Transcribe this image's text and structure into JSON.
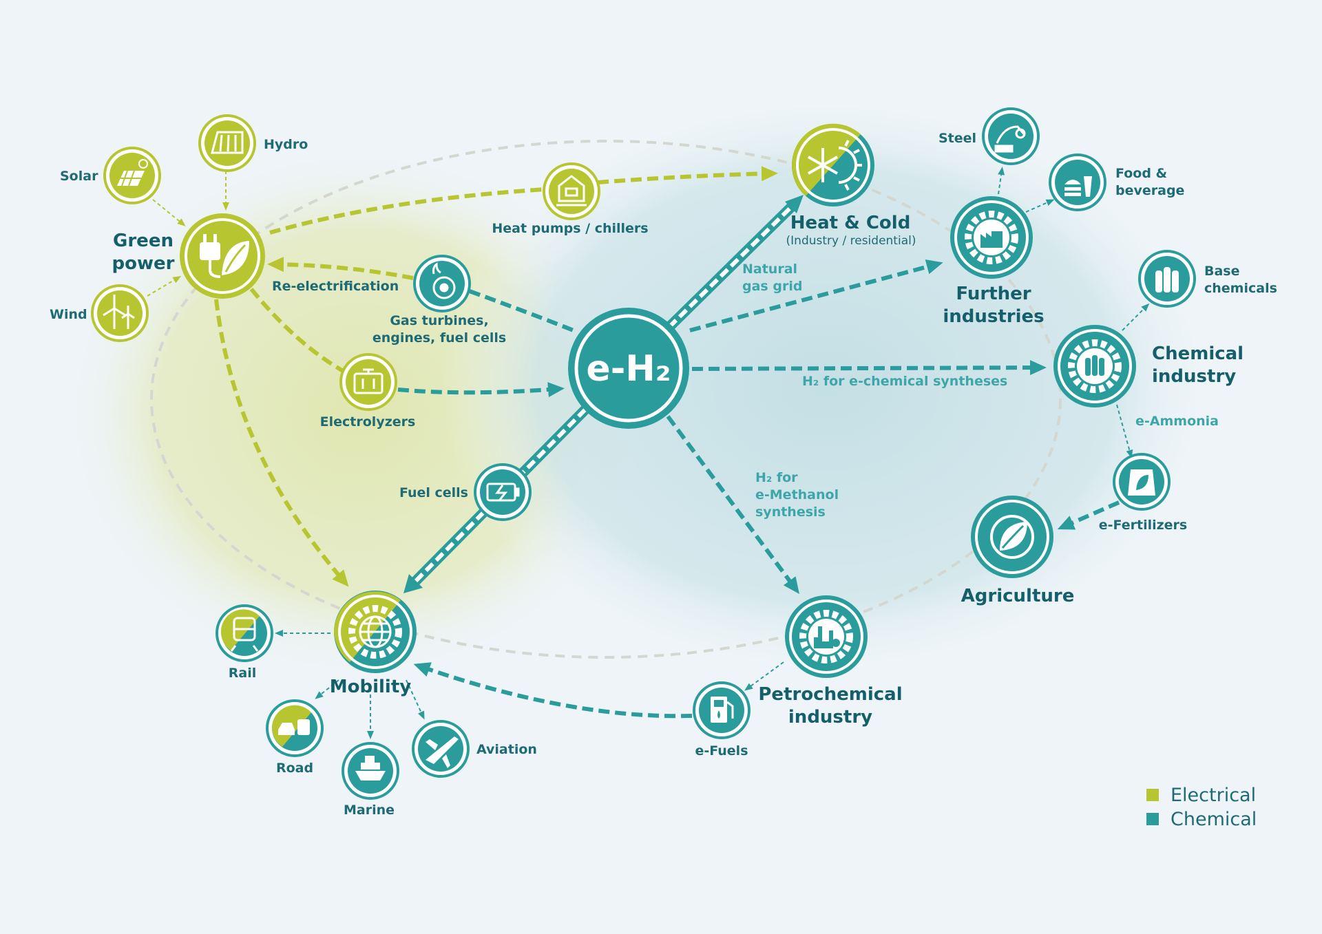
{
  "colors": {
    "electrical": "#b7c630",
    "chemical": "#2a9c9c",
    "dark_teal": "#1f6b75",
    "background": "#eef4f7"
  },
  "nodes": {
    "hub": {
      "title": "e-H₂"
    },
    "green_power": {
      "title_line1": "Green",
      "title_line2": "power",
      "icon": "plug-leaf-icon"
    },
    "solar": {
      "title": "Solar",
      "icon": "solar-panel-icon"
    },
    "hydro": {
      "title": "Hydro",
      "icon": "hydro-dam-icon"
    },
    "wind": {
      "title": "Wind",
      "icon": "wind-turbine-icon"
    },
    "heat_pumps": {
      "title": "Heat pumps / chillers",
      "icon": "heat-pump-icon"
    },
    "gas_turbines": {
      "title_line1": "Gas turbines,",
      "title_line2": "engines, fuel cells",
      "icon": "turbine-icon"
    },
    "electrolyzers": {
      "title": "Electrolyzers",
      "icon": "electrolyzer-icon"
    },
    "fuel_cells": {
      "title": "Fuel cells",
      "icon": "battery-charge-icon"
    },
    "heat_cold": {
      "title": "Heat & Cold",
      "subtitle": "(Industry / residential)",
      "icon": "snowflake-sun-icon"
    },
    "further_industries": {
      "title_line1": "Further",
      "title_line2": "industries",
      "icon": "factory-gear-icon"
    },
    "steel": {
      "title": "Steel",
      "icon": "steel-ladle-icon"
    },
    "food": {
      "title_line1": "Food &",
      "title_line2": "beverage",
      "icon": "food-icon"
    },
    "chemical_industry": {
      "title_line1": "Chemical",
      "title_line2": "industry",
      "icon": "chemical-gear-icon"
    },
    "base_chemicals": {
      "title_line1": "Base",
      "title_line2": "chemicals",
      "icon": "gas-cylinders-icon"
    },
    "e_fertilizers": {
      "title": "e-Fertilizers",
      "icon": "fertilizer-bag-icon"
    },
    "agriculture": {
      "title": "Agriculture",
      "icon": "leaf-icon"
    },
    "petrochemical": {
      "title_line1": "Petrochemical",
      "title_line2": "industry",
      "icon": "refinery-gear-icon"
    },
    "e_fuels": {
      "title": "e-Fuels",
      "icon": "fuel-pump-icon"
    },
    "mobility": {
      "title": "Mobility",
      "icon": "globe-gear-icon"
    },
    "rail": {
      "title": "Rail",
      "icon": "train-icon"
    },
    "road": {
      "title": "Road",
      "icon": "vehicles-icon"
    },
    "marine": {
      "title": "Marine",
      "icon": "ship-icon"
    },
    "aviation": {
      "title": "Aviation",
      "icon": "airplane-icon"
    }
  },
  "flows": {
    "re_electrification": "Re-electrification",
    "natural_gas_grid_line1": "Natural",
    "natural_gas_grid_line2": "gas grid",
    "h2_chemical": "H₂ for e-chemical syntheses",
    "e_ammonia": "e-Ammonia",
    "methanol_line1": "H₂ for",
    "methanol_line2": "e-Methanol",
    "methanol_line3": "synthesis"
  },
  "legend": {
    "electrical": "Electrical",
    "chemical": "Chemical"
  }
}
